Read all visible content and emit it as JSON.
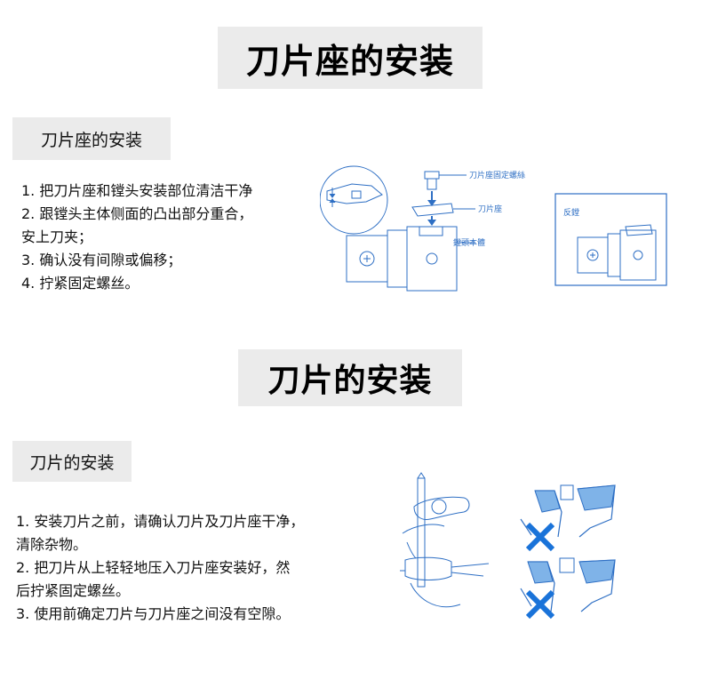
{
  "section1": {
    "title": "刀片座的安装",
    "subtitle": "刀片座的安装",
    "steps": [
      "1. 把刀片座和镗头安装部位清洁干净",
      "2. 跟镗头主体侧面的凸出部分重合，",
      "安上刀夹；",
      "3. 确认没有间隙或偏移；",
      "4. 拧紧固定螺丝。"
    ],
    "diagram_labels": {
      "screw": "刀片座固定螺絲",
      "holder": "刀片座",
      "body": "鏜頭本體",
      "reverse": "反鏜"
    }
  },
  "section2": {
    "title": "刀片的安装",
    "subtitle": "刀片的安装",
    "steps": [
      "1. 安装刀片之前，请确认刀片及刀片座干净，",
      "清除杂物。",
      "2. 把刀片从上轻轻地压入刀片座安装好，然",
      "后拧紧固定螺丝。",
      "3. 使用前确定刀片与刀片座之间没有空隙。"
    ]
  },
  "colors": {
    "accent": "#2e6fc4",
    "cross": "#1a73d9",
    "insert_blue": "#7fb3e8",
    "title_bg": "#ebebeb"
  },
  "icons": [
    "cross-icon",
    "cross-icon"
  ]
}
